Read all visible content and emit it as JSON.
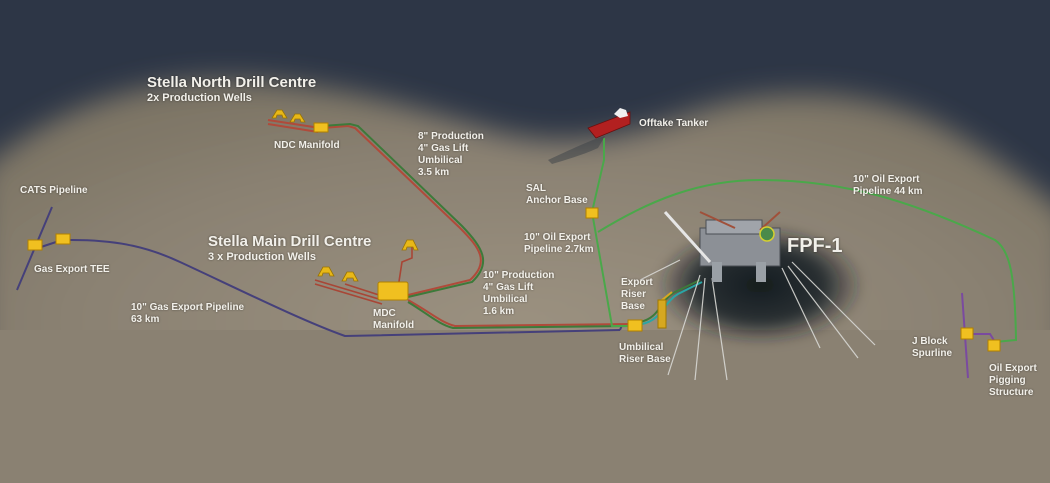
{
  "diagram": {
    "colors": {
      "sea_dark": "#2d3646",
      "seabed": "#8a8172",
      "production_line": "#b04a3a",
      "oil_export_line": "#4aa84a",
      "gas_export_line": "#45407a",
      "spurline": "#7a4aa0",
      "structure": "#f0c020",
      "label_text": "#f2f0ea"
    },
    "drill_centres": {
      "north": {
        "title": "Stella North Drill Centre",
        "subtitle": "2x Production Wells"
      },
      "main": {
        "title": "Stella Main Drill Centre",
        "subtitle": "3 x Production Wells"
      }
    },
    "labels": {
      "ndc_manifold": [
        "NDC Manifold"
      ],
      "north_flowline": [
        "8\" Production",
        "4\" Gas Lift",
        "Umbilical",
        "3.5 km"
      ],
      "cats_pipeline": [
        "CATS Pipeline"
      ],
      "gas_export_tee": [
        "Gas Export TEE"
      ],
      "gas_export_pipeline": [
        "10\" Gas Export Pipeline",
        "63 km"
      ],
      "mdc_manifold": [
        "MDC",
        "Manifold"
      ],
      "main_flowline": [
        "10\" Production",
        "4\" Gas Lift",
        "Umbilical",
        "1.6 km"
      ],
      "sal_anchor_base": [
        "SAL",
        "Anchor Base"
      ],
      "oil_export_short": [
        "10\" Oil Export",
        "Pipeline 2.7km"
      ],
      "offtake_tanker": [
        "Offtake Tanker"
      ],
      "export_riser_base": [
        "Export",
        "Riser",
        "Base"
      ],
      "umbilical_riser_base": [
        "Umbilical",
        "Riser Base"
      ],
      "fpf": [
        "FPF-1"
      ],
      "oil_export_long": [
        "10\" Oil Export",
        "Pipeline 44 km"
      ],
      "j_block_spurline": [
        "J Block",
        "Spurline"
      ],
      "oil_export_pigging": [
        "Oil Export",
        "Pigging",
        "Structure"
      ]
    }
  }
}
